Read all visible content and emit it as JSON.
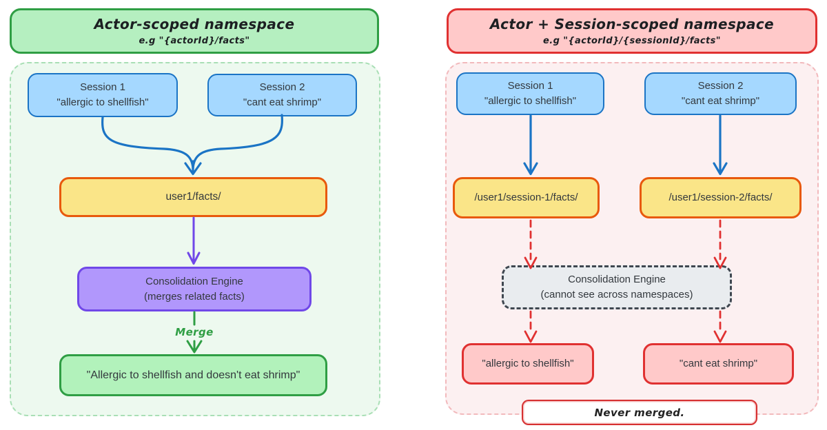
{
  "diagram": {
    "left": {
      "header": {
        "title": "Actor-scoped namespace",
        "subtitle": "e.g \"{actorId}/facts\""
      },
      "session1": {
        "line1": "Session 1",
        "line2": "\"allergic to shellfish\""
      },
      "session2": {
        "line1": "Session 2",
        "line2": "\"cant eat shrimp\""
      },
      "namespace": "user1/facts/",
      "engine": {
        "line1": "Consolidation Engine",
        "line2": "(merges related facts)"
      },
      "merge_label": "Merge",
      "result": "\"Allergic to shellfish and doesn't eat shrimp\""
    },
    "right": {
      "header": {
        "title": "Actor + Session-scoped namespace",
        "subtitle": "e.g \"{actorId}/{sessionId}/facts\""
      },
      "session1": {
        "line1": "Session 1",
        "line2": "\"allergic to shellfish\""
      },
      "session2": {
        "line1": "Session 2",
        "line2": "\"cant eat shrimp\""
      },
      "namespace1": "/user1/session-1/facts/",
      "namespace2": "/user1/session-2/facts/",
      "engine": {
        "line1": "Consolidation Engine",
        "line2": "(cannot see across namespaces)"
      },
      "result1": "\"allergic to shellfish\"",
      "result2": "\"cant eat shrimp\"",
      "never_merged": "Never merged."
    },
    "colors": {
      "green_stroke": "#2f9e44",
      "green_fill": "#b2f2bb",
      "green_group_fill": "#edf9ef",
      "red_stroke": "#e03131",
      "pink_fill": "#ffc9c9",
      "pink_group_fill": "#fcf0f1",
      "blue_stroke": "#1971c2",
      "blue_fill": "#a5d8ff",
      "orange_stroke": "#e8590c",
      "yellow_fill": "#fae588",
      "purple_stroke": "#7048e8",
      "purple_fill": "#b197fc",
      "gray_fill": "#e9ecef",
      "dark_stroke": "#343a40"
    }
  }
}
